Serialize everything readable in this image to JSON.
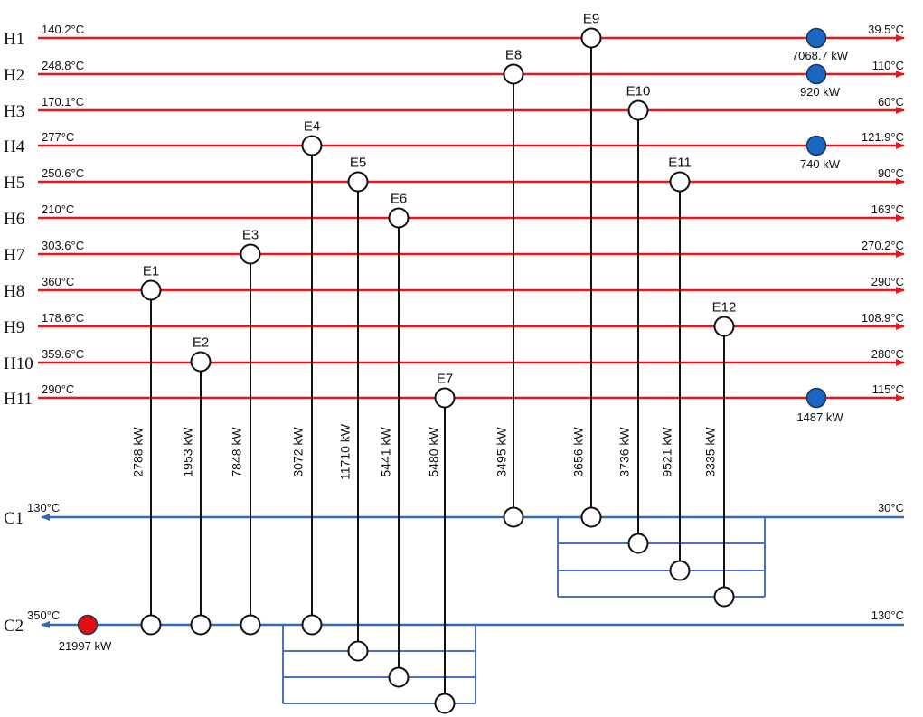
{
  "colors": {
    "hot_stream": "#e8161b",
    "cold_stream": "#2e6db5",
    "split": "#4a72c4",
    "cooler": "#1a66c2",
    "heater": "#e01010",
    "match": "#111111"
  },
  "hot_streams": [
    {
      "name": "H1",
      "t_in": "140.2°C",
      "t_out": "39.5°C"
    },
    {
      "name": "H2",
      "t_in": "248.8°C",
      "t_out": "110°C"
    },
    {
      "name": "H3",
      "t_in": "170.1°C",
      "t_out": "60°C"
    },
    {
      "name": "H4",
      "t_in": "277°C",
      "t_out": "121.9°C"
    },
    {
      "name": "H5",
      "t_in": "250.6°C",
      "t_out": "90°C"
    },
    {
      "name": "H6",
      "t_in": "210°C",
      "t_out": "163°C"
    },
    {
      "name": "H7",
      "t_in": "303.6°C",
      "t_out": "270.2°C"
    },
    {
      "name": "H8",
      "t_in": "360°C",
      "t_out": "290°C"
    },
    {
      "name": "H9",
      "t_in": "178.6°C",
      "t_out": "108.9°C"
    },
    {
      "name": "H10",
      "t_in": "359.6°C",
      "t_out": "280°C"
    },
    {
      "name": "H11",
      "t_in": "290°C",
      "t_out": "115°C"
    }
  ],
  "cold_streams": [
    {
      "name": "C1",
      "t_out": "130°C",
      "t_in": "30°C"
    },
    {
      "name": "C2",
      "t_out": "350°C",
      "t_in": "130°C"
    }
  ],
  "exchangers": [
    {
      "name": "E1",
      "hot": "H8",
      "cold": "C2",
      "duty": "2788 kW"
    },
    {
      "name": "E2",
      "hot": "H10",
      "cold": "C2",
      "duty": "1953 kW"
    },
    {
      "name": "E3",
      "hot": "H7",
      "cold": "C2",
      "duty": "7848 kW"
    },
    {
      "name": "E4",
      "hot": "H4",
      "cold": "C2",
      "duty": "3072 kW"
    },
    {
      "name": "E5",
      "hot": "H5",
      "cold": "C2",
      "duty": "11710 kW"
    },
    {
      "name": "E6",
      "hot": "H6",
      "cold": "C2",
      "duty": "5441 kW"
    },
    {
      "name": "E7",
      "hot": "H11",
      "cold": "C2",
      "duty": "5480 kW"
    },
    {
      "name": "E8",
      "hot": "H2",
      "cold": "C1",
      "duty": "3495 kW"
    },
    {
      "name": "E9",
      "hot": "H1",
      "cold": "C1",
      "duty": "3656 kW"
    },
    {
      "name": "E10",
      "hot": "H3",
      "cold": "C1",
      "duty": "3736 kW"
    },
    {
      "name": "E11",
      "hot": "H5",
      "cold": "C1",
      "duty": "9521 kW"
    },
    {
      "name": "E12",
      "hot": "H9",
      "cold": "C1",
      "duty": "3335 kW"
    }
  ],
  "coolers": [
    {
      "stream": "H1",
      "duty": "7068.7 kW"
    },
    {
      "stream": "H2",
      "duty": "920 kW"
    },
    {
      "stream": "H4",
      "duty": "740 kW"
    },
    {
      "stream": "H11",
      "duty": "1487 kW"
    }
  ],
  "heaters": [
    {
      "stream": "C2",
      "duty": "21997 kW"
    }
  ]
}
